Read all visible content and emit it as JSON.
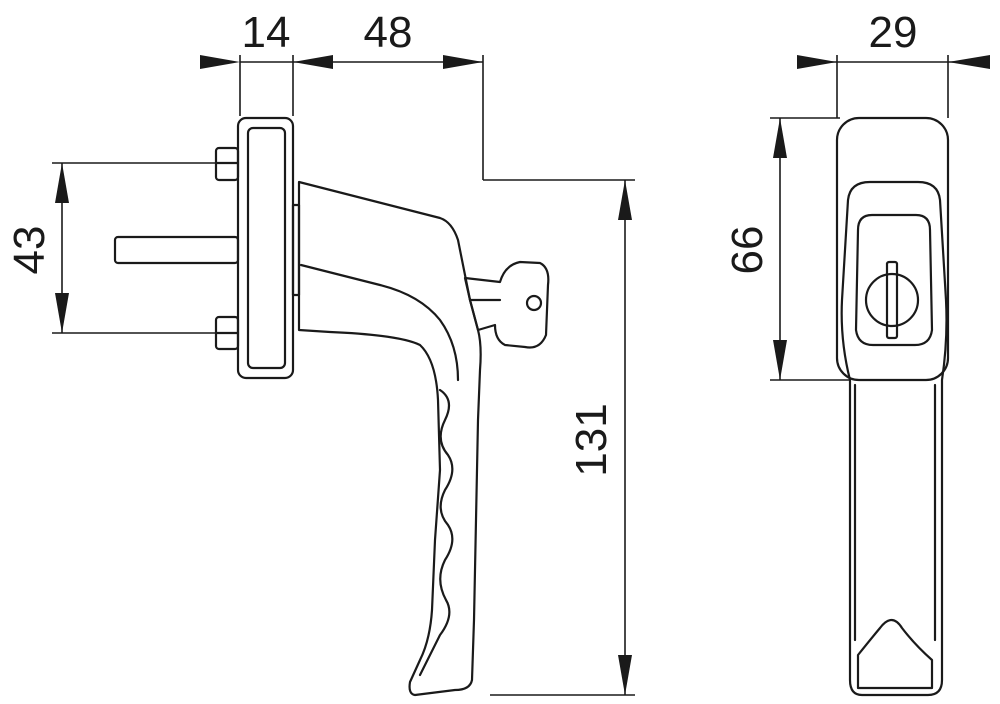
{
  "drawing": {
    "side_view": {
      "dimensions": {
        "rosette_depth": "14",
        "handle_projection": "48",
        "bolt_spacing": "43",
        "handle_length": "131"
      }
    },
    "front_view": {
      "dimensions": {
        "rosette_width": "29",
        "rosette_height": "66"
      }
    }
  }
}
